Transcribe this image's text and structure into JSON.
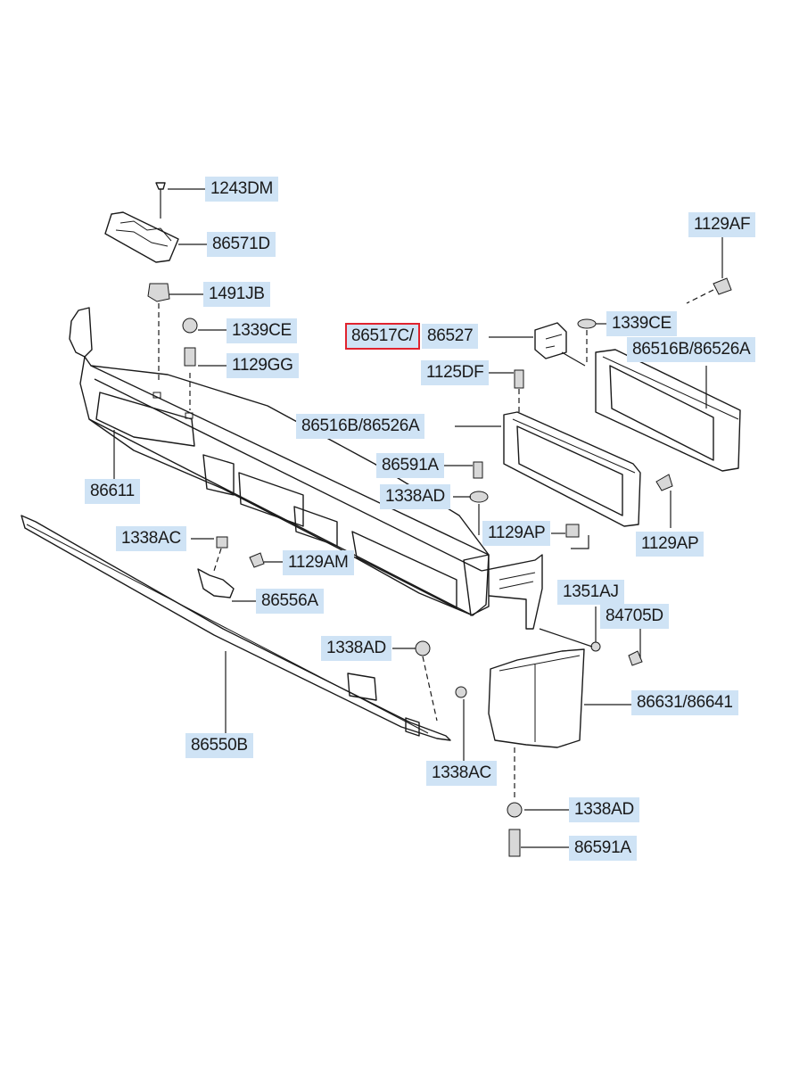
{
  "labels": {
    "l1243dm": "1243DM",
    "l86571d": "86571D",
    "l1491jb": "1491JB",
    "l1339ce_a": "1339CE",
    "l1129gg": "1129GG",
    "l86611": "86611",
    "l1338ac_a": "1338AC",
    "l1129am": "1129AM",
    "l86556a": "86556A",
    "l86550b": "86550B",
    "l1338ad_a": "1338AD",
    "l1338ac_b": "1338AC",
    "l86517c": "86517C/",
    "l86527": "86527",
    "l1125df": "1125DF",
    "l86516b_a": "86516B/86526A",
    "l86591a_a": "86591A",
    "l1338ad_b": "1338AD",
    "l1129ap_a": "1129AP",
    "l1129af": "1129AF",
    "l1339ce_b": "1339CE",
    "l86516b_b": "86516B/86526A",
    "l1129ap_b": "1129AP",
    "l1351aj": "1351AJ",
    "l84705d": "84705D",
    "l86631": "86631/86641",
    "l1338ad_c": "1338AD",
    "l86591a_b": "86591A"
  },
  "colors": {
    "label_bg": "#cfe3f5",
    "highlight": "#e0232e",
    "line": "#1a1a1a"
  }
}
